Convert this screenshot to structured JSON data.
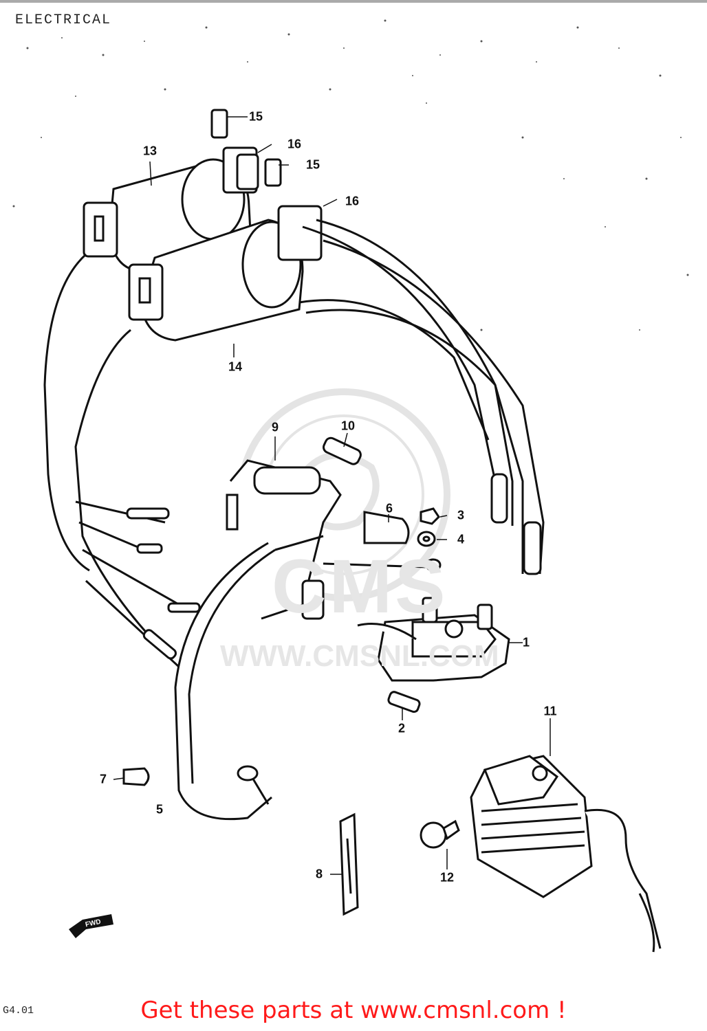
{
  "title": "ELECTRICAL",
  "watermark": {
    "logo": "CMS",
    "url": "WWW.CMSNL.COM"
  },
  "direction_marker": "FWD",
  "callouts": [
    "1",
    "2",
    "3",
    "4",
    "5",
    "6",
    "7",
    "8",
    "9",
    "10",
    "11",
    "12",
    "13",
    "14",
    "15",
    "15",
    "16",
    "16"
  ],
  "footer_code": "G4.01",
  "promo": "Get these parts at www.cmsnl.com !"
}
